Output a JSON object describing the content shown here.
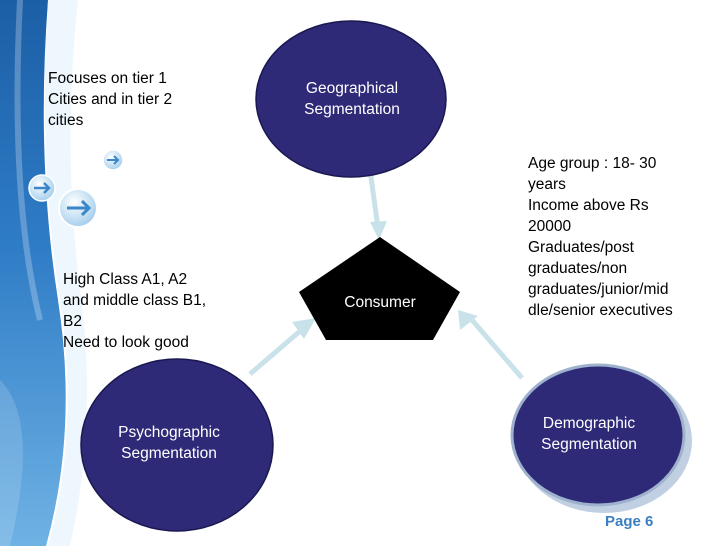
{
  "colors": {
    "sidebar_top": "#1b5fa6",
    "sidebar_bottom": "#5fa7df",
    "node_fill": "#2e2a78",
    "consumer_fill": "#000000",
    "connector": "#c9e2ea",
    "page_number": "#3a7fc4"
  },
  "icons": [
    "arrow-right-circle-icon",
    "arrow-right-circle-icon",
    "arrow-right-circle-icon"
  ],
  "nodes": {
    "geographical": {
      "label": "Geographical\nSegmentation"
    },
    "psychographic": {
      "label": "Psychographic\nSegmentation"
    },
    "demographic": {
      "label": "Demographic\nSegmentation"
    },
    "consumer": {
      "label": "Consumer"
    }
  },
  "notes": {
    "geographical": "Focuses on tier 1\nCities and in tier 2\ncities",
    "psychographic": "High Class A1, A2\nand middle class B1,\nB2\nNeed to look good",
    "demographic": "Age group : 18- 30\nyears\nIncome above Rs\n20000\nGraduates/post\ngraduates/non\ngraduates/junior/mid\ndle/senior executives"
  },
  "footer": {
    "page": "Page 6"
  }
}
